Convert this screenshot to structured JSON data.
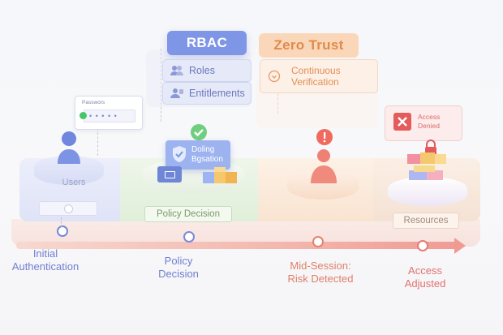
{
  "header": {
    "rbac": "RBAC",
    "zero_trust": "Zero Trust"
  },
  "rbac_items": [
    {
      "label": "Roles",
      "icon": "users-icon"
    },
    {
      "label": "Entitlements",
      "icon": "entitlements-icon"
    }
  ],
  "zero_trust_items": [
    {
      "label": "Continuous\nVerification",
      "icon": "refresh-icon"
    }
  ],
  "stages": {
    "users": "Users",
    "password_card_title": "Passwors",
    "password_dots": "• • • • •",
    "policy_card": "Doling\nBgsation",
    "policy_decision": "Policy Decision",
    "access_denied": "Access\nDenied",
    "resources": "Resources"
  },
  "timeline": [
    {
      "label": "Initial\nAuthentication"
    },
    {
      "label": "Policy\nDecision"
    },
    {
      "label": "Mid-Session:\nRisk Detected"
    },
    {
      "label": "Access\nAdjusted"
    }
  ],
  "colors": {
    "rbac": "#7f95e6",
    "zero_trust": "#fbd7b9",
    "users": "#6f7fd0",
    "policy": "#8fbf6a",
    "risk": "#e8735c",
    "denied": "#e45b5b"
  }
}
